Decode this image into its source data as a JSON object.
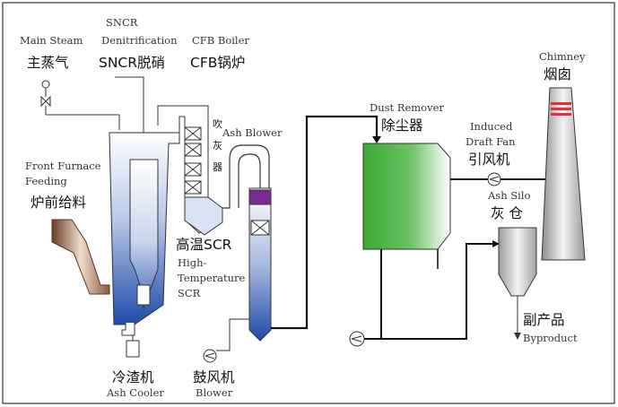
{
  "labels": {
    "main_steam_en": "Main Steam",
    "main_steam_zh": "主蒸气",
    "sncr_en_1": "SNCR",
    "sncr_en_2": "Denitrification",
    "sncr_zh": "SNCR脱硝",
    "cfb_en": "CFB Boiler",
    "cfb_zh": "CFB锅炉",
    "ash_blower_zh_1": "吹",
    "ash_blower_zh_2": "灰",
    "ash_blower_zh_3": "器",
    "ash_blower_en": "Ash Blower",
    "front_feed_en_1": "Front Furnace",
    "front_feed_en_2": "Feeding",
    "front_feed_zh": "炉前给料",
    "ht_scr_zh": "高温SCR",
    "ht_scr_en_1": "High-",
    "ht_scr_en_2": "Temperature",
    "ht_scr_en_3": "SCR",
    "ash_cooler_zh": "冷渣机",
    "ash_cooler_en": "Ash Cooler",
    "blower_zh": "鼓风机",
    "blower_en": "Blower",
    "dust_remover_en": "Dust Remover",
    "dust_remover_zh": "除尘器",
    "idf_en_1": "Induced",
    "idf_en_2": "Draft Fan",
    "idf_zh": "引风机",
    "ash_silo_en": "Ash Silo",
    "ash_silo_zh": "灰 仓",
    "chimney_en": "Chimney",
    "chimney_zh": "烟囱",
    "byproduct_zh": "副产品",
    "byproduct_en": "Byproduct"
  },
  "colors": {
    "furnace_blue": "#1f4aa8",
    "dust_green": "#3aaa35",
    "scr_purple": "#7b2b8f",
    "feeder_brown": "#7a4a32",
    "chimney_red": "#e0303a"
  }
}
